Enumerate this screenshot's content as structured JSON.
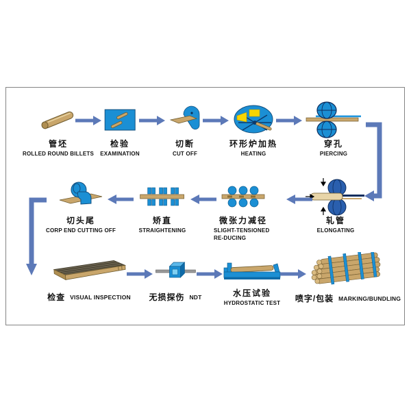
{
  "diagram": {
    "colors": {
      "arrow_blue": "#5c79b8",
      "machine_blue": "#1b8fd4",
      "machine_navy": "#14507e",
      "roller_navy": "#2a5fae",
      "billet_tan": "#c9a66b",
      "highlight_yellow": "#f8d500",
      "steel_gray": "#999999",
      "text": "#111111"
    },
    "steps": [
      {
        "id": "rolled-round-billets",
        "zh": "管坯",
        "en": "ROLLED ROUND BILLETS",
        "icon": "billet-icon"
      },
      {
        "id": "examination",
        "zh": "检验",
        "en": "EXAMINATION",
        "icon": "examination-box-icon"
      },
      {
        "id": "cut-off",
        "zh": "切断",
        "en": "CUT OFF",
        "icon": "cutting-saw-icon"
      },
      {
        "id": "heating",
        "zh": "环形炉加热",
        "en": "HEATING",
        "icon": "ring-furnace-icon"
      },
      {
        "id": "piercing",
        "zh": "穿孔",
        "en": "PIERCING",
        "icon": "piercing-rolls-icon"
      },
      {
        "id": "elongating",
        "zh": "轧管",
        "en": "ELONGATING",
        "icon": "elongating-rolls-icon"
      },
      {
        "id": "slight-tensioned-reducing",
        "zh": "微张力减径",
        "en": "SLIGHT-TENSIONED RE-DUCING",
        "en_lines": [
          "SLIGHT-TENSIONED",
          "RE-DUCING"
        ],
        "icon": "reducing-rolls-icon"
      },
      {
        "id": "straightening",
        "zh": "矫直",
        "en": "STRAIGHTENING",
        "icon": "straightening-rolls-icon"
      },
      {
        "id": "corp-end-cutting-off",
        "zh": "切头尾",
        "en": "CORP END CUTTING OFF",
        "icon": "end-cutting-machine-icon"
      },
      {
        "id": "visual-inspection",
        "zh": "检查",
        "en": "VISUAL INSPECTION",
        "icon": "pipe-stack-icon"
      },
      {
        "id": "ndt",
        "zh": "无损探伤",
        "en": "NDT",
        "icon": "ndt-probe-icon"
      },
      {
        "id": "hydrostatic-test",
        "zh": "水压试验",
        "en": "HYDROSTATIC TEST",
        "icon": "hydrostatic-bench-icon"
      },
      {
        "id": "marking-bundling",
        "zh": "喷字/包装",
        "en": "MARKING/BUNDLING",
        "icon": "pipe-bundle-icon"
      }
    ]
  }
}
